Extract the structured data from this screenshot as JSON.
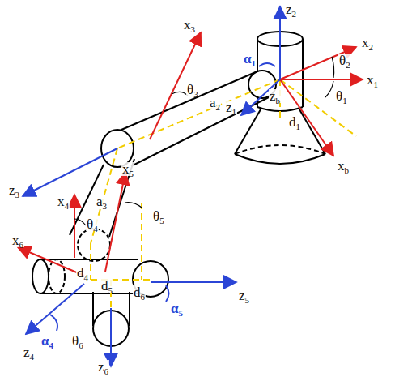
{
  "diagram": {
    "labels": [
      "x3",
      "z2",
      "x2",
      "θ2",
      "x1",
      "θ3",
      "α1",
      "a2",
      "zb",
      "θ1",
      "z1",
      "d1",
      "xb",
      "z3",
      "x4",
      "x5",
      "a3",
      "θ5",
      "θ4",
      "x6",
      "d4",
      "d5",
      "d6",
      "z5",
      "α4",
      "θ6",
      "α5",
      "z4",
      "z6"
    ]
  }
}
